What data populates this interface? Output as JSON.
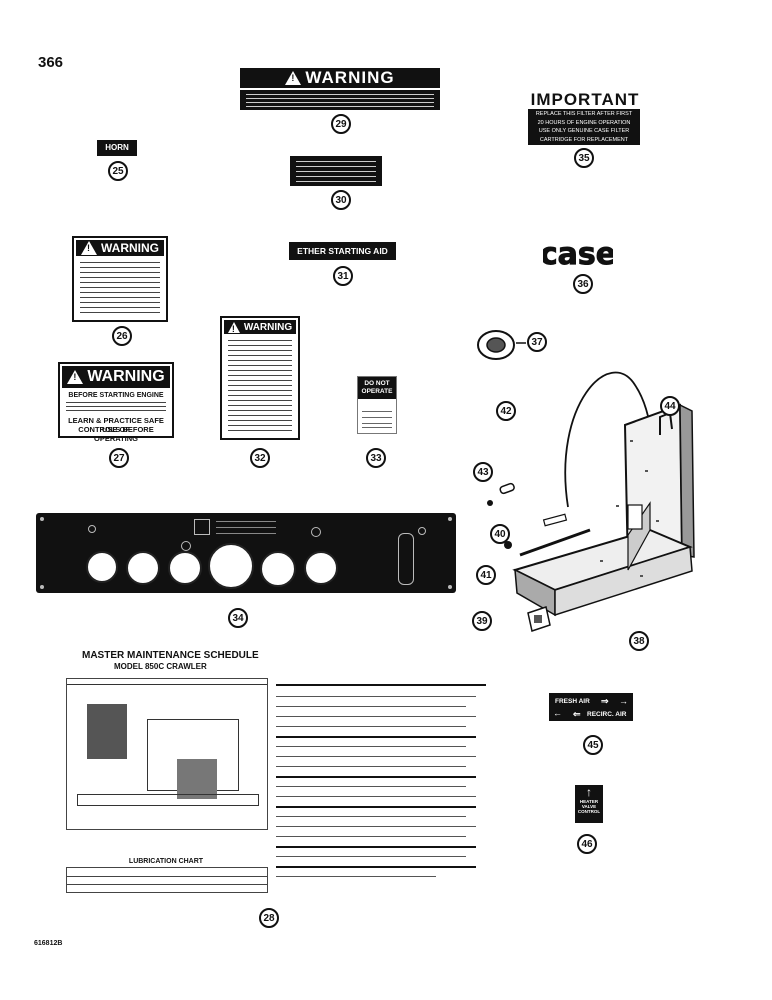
{
  "page_number": "366",
  "figure_code": "616812B",
  "callouts": [
    "25",
    "26",
    "27",
    "28",
    "29",
    "30",
    "31",
    "32",
    "33",
    "34",
    "35",
    "36",
    "37",
    "38",
    "39",
    "40",
    "41",
    "42",
    "43",
    "44",
    "45",
    "46"
  ],
  "decals": {
    "horn": "HORN",
    "warning": "WARNING",
    "ether_starting_aid": "ETHER STARTING AID",
    "important": "IMPORTANT",
    "important_text": [
      "REPLACE THIS FILTER AFTER FIRST",
      "20 HOURS OF ENGINE OPERATION",
      "USE ONLY GENUINE CASE FILTER",
      "CARTRIDGE FOR REPLACEMENT"
    ],
    "case_logo": "case",
    "warning_engine_lines": [
      "BEFORE STARTING ENGINE",
      "LEARN & PRACTICE SAFE USE OF",
      "CONTROLS BEFORE OPERATING"
    ],
    "do_not_operate": [
      "DO NOT",
      "OPERATE"
    ],
    "fresh_air": "FRESH AIR",
    "recirc_air": "RECIRC. AIR",
    "heater_valve_control": [
      "HEATER",
      "VALVE",
      "CONTROL"
    ]
  },
  "schedule": {
    "title": "MASTER MAINTENANCE SCHEDULE",
    "model": "MODEL 850C CRAWLER",
    "lubrication_chart": "LUBRICATION CHART"
  }
}
